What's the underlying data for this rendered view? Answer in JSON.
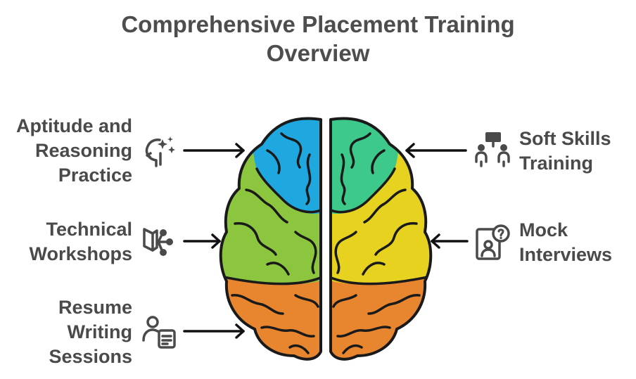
{
  "title": {
    "line1": "Comprehensive Placement Training",
    "line2": "Overview"
  },
  "items": [
    {
      "id": "aptitude",
      "side": "left",
      "lines": [
        "Aptitude and",
        "Reasoning",
        "Practice"
      ],
      "icon": "brain-sparkle-icon",
      "color": "#1fa8e0"
    },
    {
      "id": "technical",
      "side": "left",
      "lines": [
        "Technical",
        "Workshops"
      ],
      "icon": "book-network-icon",
      "color": "#8cc63f"
    },
    {
      "id": "resume",
      "side": "left",
      "lines": [
        "Resume",
        "Writing",
        "Sessions"
      ],
      "icon": "person-document-icon",
      "color": "#e8862f"
    },
    {
      "id": "softskills",
      "side": "right",
      "lines": [
        "Soft Skills",
        "Training"
      ],
      "icon": "people-presentation-icon",
      "color": "#3cc98a"
    },
    {
      "id": "mock",
      "side": "right",
      "lines": [
        "Mock",
        "Interviews"
      ],
      "icon": "interview-icon",
      "color": "#e6d21f"
    }
  ],
  "colors": {
    "blue": "#1fa8e0",
    "green_top": "#3cc98a",
    "lime": "#8cc63f",
    "yellow": "#e6d21f",
    "orange": "#e8862f",
    "outline": "#1a1a1a",
    "text": "#4a4a4a"
  }
}
